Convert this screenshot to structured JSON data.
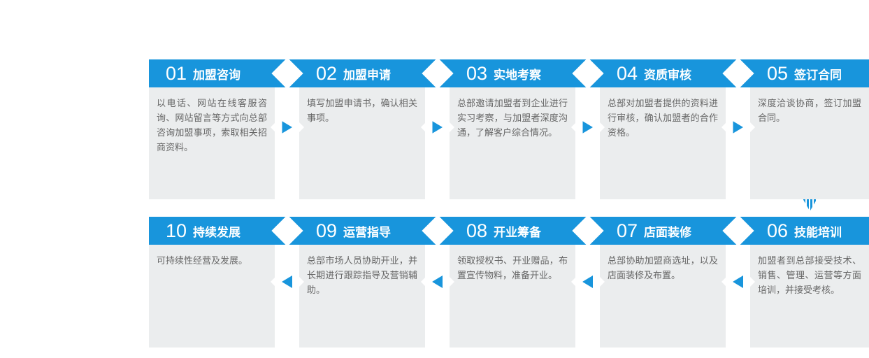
{
  "colors": {
    "primary_blue": "#1895dc",
    "card_body_bg": "#ebedee",
    "body_text": "#666666",
    "header_text": "#ffffff",
    "artifact_dot": "#333333"
  },
  "icons": {
    "step_arrow_row1": "arrow-right-icon",
    "step_arrow_row2": "arrow-left-icon",
    "rows_connector": "down-arrow-icon"
  },
  "flow": {
    "rows": [
      {
        "name": "row-1",
        "direction": "right",
        "steps": [
          {
            "number": "01",
            "title": "加盟咨询",
            "description": "以电话、网站在线客服咨询、网站留言等方式向总部咨询加盟事项，索取相关招商资料。"
          },
          {
            "number": "02",
            "title": "加盟申请",
            "description": "填写加盟申请书，确认相关事项。"
          },
          {
            "number": "03",
            "title": "实地考察",
            "description": "总部邀请加盟者到企业进行实习考察，与加盟者深度沟通，了解客户综合情况。"
          },
          {
            "number": "04",
            "title": "资质审核",
            "description": "总部对加盟者提供的资料进行审核，确认加盟者的合作资格。"
          },
          {
            "number": "05",
            "title": "签订合同",
            "description": "深度洽谈协商，签订加盟合同。"
          }
        ]
      },
      {
        "name": "row-2",
        "direction": "left",
        "steps": [
          {
            "number": "10",
            "title": "持续发展",
            "description": "可持续性经营及发展。"
          },
          {
            "number": "09",
            "title": "运营指导",
            "description": "总部市场人员协助开业，并长期进行跟踪指导及营销辅助。"
          },
          {
            "number": "08",
            "title": "开业筹备",
            "description": "领取授权书、开业赠品，布置宣传物料，准备开业。"
          },
          {
            "number": "07",
            "title": "店面装修",
            "description": "总部协助加盟商选址，以及店面装修及布置。"
          },
          {
            "number": "06",
            "title": "技能培训",
            "description": "加盟者到总部接受技术、销售、管理、运营等方面培训，并接受考核。"
          }
        ]
      }
    ],
    "connector_between_rows": "striped down arrow above step 06"
  }
}
